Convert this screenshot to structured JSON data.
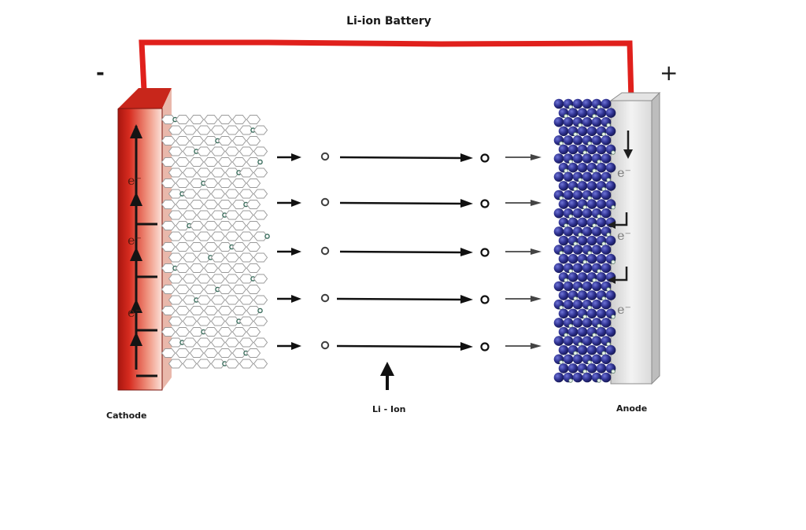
{
  "title": "Li-ion Battery",
  "terminals": {
    "negative": "-",
    "positive": "+"
  },
  "labels": {
    "cathode": "Cathode",
    "ion": "Li - Ion",
    "anode": "Anode"
  },
  "electron": "e⁻",
  "colors": {
    "wire": "#e0201c",
    "cathode_plate": "#d9362a",
    "anode_plate": "#e9e9e9",
    "anode_atom": "#2b2c95",
    "hex_lattice": "#9a9a9a",
    "ion": "#3f3f3f"
  }
}
